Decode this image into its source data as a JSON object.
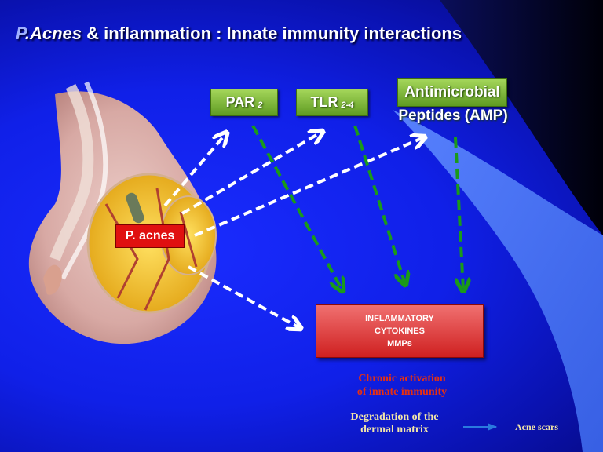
{
  "title": {
    "prefix": "P",
    "part1": ".Acnes",
    "part2": " & inflammation : Innate immunity interactions"
  },
  "receptors": {
    "par": {
      "label": "PAR",
      "subscript": "2"
    },
    "tlr": {
      "label": "TLR",
      "subscript": "2-4"
    },
    "amp": {
      "line1": "Antimicrobial",
      "line2": "Peptides (AMP)"
    }
  },
  "pathogen": {
    "label": "P. acnes"
  },
  "cytokines": {
    "line1": "INFLAMMATORY",
    "line2": "CYTOKINES",
    "line3": "MMPs"
  },
  "chronic": {
    "line1": "Chronic activation",
    "line2": "of innate immunity"
  },
  "degradation": {
    "line1": "Degradation of the",
    "line2": "dermal matrix"
  },
  "scars": {
    "label": "Acne scars"
  },
  "colors": {
    "white_arrow": "#ffffff",
    "green_arrow": "#1a9a1a",
    "receptor_box": "#7fb83a",
    "pathogen_box": "#e01010",
    "cytokine_box": "#e04040",
    "chronic_text": "#e83010",
    "cream_text": "#f3e6a8",
    "blue_arrow": "#2a7adf"
  }
}
